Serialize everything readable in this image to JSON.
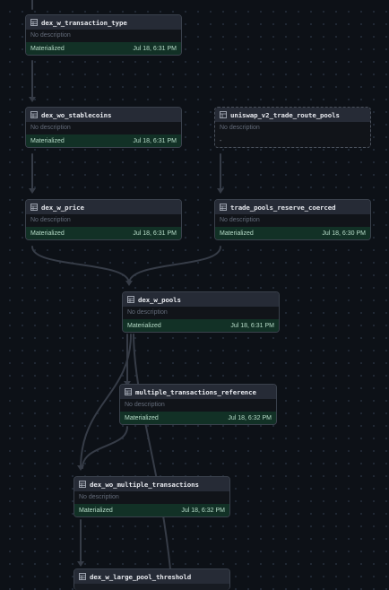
{
  "colors": {
    "canvas_bg": "#0d1117",
    "node_header": "#262b36",
    "materialized_bg": "#123126",
    "edge": "#363c47"
  },
  "nodes": [
    {
      "id": "dex_w_transaction_type",
      "title": "dex_w_transaction_type",
      "description": "No description",
      "status": "Materialized",
      "timestamp": "Jul 18, 6:31 PM",
      "icon": "table-icon"
    },
    {
      "id": "dex_wo_stablecoins",
      "title": "dex_wo_stablecoins",
      "description": "No description",
      "status": "Materialized",
      "timestamp": "Jul 18, 6:31 PM",
      "icon": "table-icon"
    },
    {
      "id": "uniswap_v2_trade_route_pools",
      "title": "uniswap_v2_trade_route_pools",
      "description": "No description",
      "status": "-",
      "timestamp": "",
      "icon": "source-table-icon"
    },
    {
      "id": "dex_w_price",
      "title": "dex_w_price",
      "description": "No description",
      "status": "Materialized",
      "timestamp": "Jul 18, 6:31 PM",
      "icon": "table-icon"
    },
    {
      "id": "trade_pools_reserve_coerced",
      "title": "trade_pools_reserve_coerced",
      "description": "No description",
      "status": "Materialized",
      "timestamp": "Jul 18, 6:30 PM",
      "icon": "table-icon"
    },
    {
      "id": "dex_w_pools",
      "title": "dex_w_pools",
      "description": "No description",
      "status": "Materialized",
      "timestamp": "Jul 18, 6:31 PM",
      "icon": "table-icon"
    },
    {
      "id": "multiple_transactions_reference",
      "title": "multiple_transactions_reference",
      "description": "No description",
      "status": "Materialized",
      "timestamp": "Jul 18, 6:32 PM",
      "icon": "table-icon"
    },
    {
      "id": "dex_wo_multiple_transactions",
      "title": "dex_wo_multiple_transactions",
      "description": "No description",
      "status": "Materialized",
      "timestamp": "Jul 18, 6:32 PM",
      "icon": "table-icon"
    },
    {
      "id": "dex_w_large_pool_threshold",
      "title": "dex_w_large_pool_threshold",
      "description": "",
      "status": "",
      "timestamp": "",
      "icon": "table-icon"
    }
  ]
}
